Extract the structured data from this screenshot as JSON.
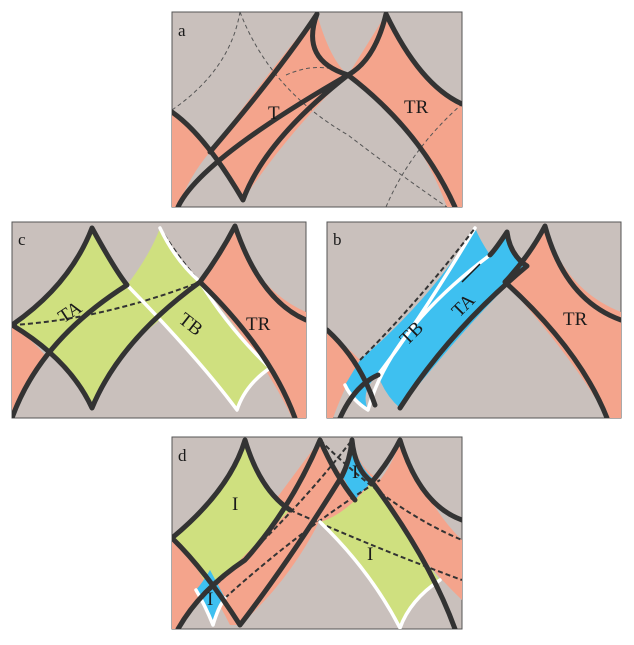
{
  "colors": {
    "background": "#c9c0bc",
    "salmon": "#f4a48c",
    "green": "#cfe07f",
    "blue": "#3ec0f0",
    "line": "#333333"
  },
  "panels": {
    "a": {
      "label": "a",
      "regions": {
        "t": "T",
        "tr": "TR"
      }
    },
    "c": {
      "label": "c",
      "regions": {
        "ta": "TA",
        "tb": "TB",
        "tr": "TR"
      }
    },
    "b": {
      "label": "b",
      "regions": {
        "tb": "TB",
        "ta_bar": "TA",
        "tr": "TR"
      }
    },
    "d": {
      "label": "d",
      "regions": {
        "i1": "I",
        "i2": "I",
        "i3": "I",
        "i4": "I"
      }
    }
  }
}
